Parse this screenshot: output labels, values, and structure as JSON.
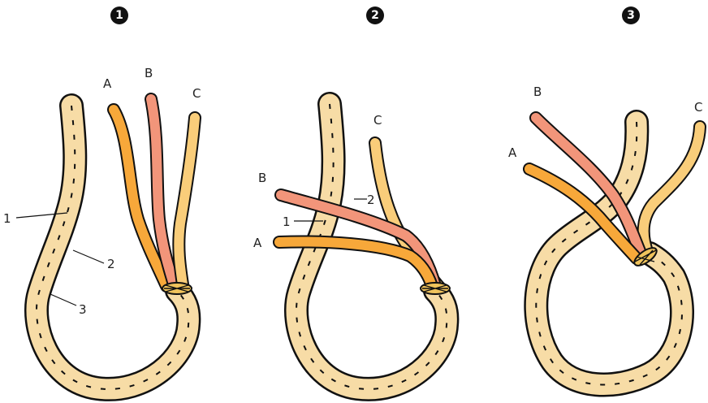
{
  "steps": [
    "1",
    "2",
    "3"
  ],
  "labels": {
    "strand_a": "A",
    "strand_b": "B",
    "strand_c": "C",
    "lay_1": "1",
    "lay_2": "2",
    "lay_3": "3"
  },
  "colors": {
    "rope_fill": "#f7dca6",
    "rope_outline": "#111111",
    "strand_a": "#f7a83a",
    "strand_b": "#f2957a",
    "strand_c": "#f9cd7a",
    "whipping": "#f0c35c"
  }
}
